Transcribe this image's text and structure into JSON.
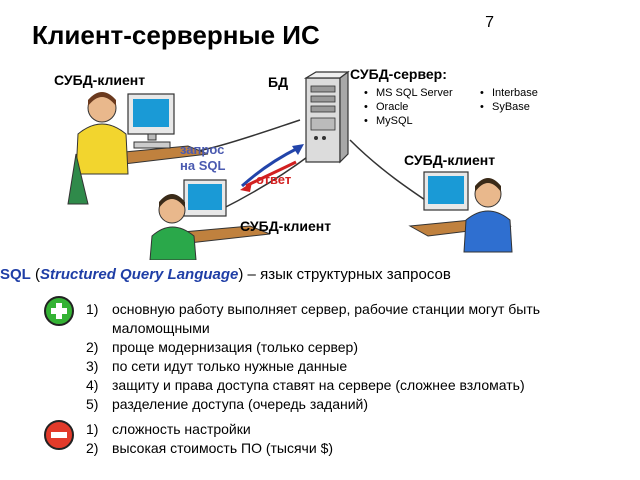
{
  "slide": {
    "number": "7",
    "title": "Клиент-серверные ИС"
  },
  "diagram": {
    "client_top_left": "СУБД-клиент",
    "db_label": "БД",
    "server_title": "СУБД-сервер:",
    "server_list_1": [
      "MS SQL Server",
      "Oracle",
      "MySQL"
    ],
    "server_list_2": [
      "Interbase",
      "SyBase"
    ],
    "client_right": "СУБД-клиент",
    "client_bottom": "СУБД-клиент",
    "request_line1": "запрос",
    "request_line2": "на SQL",
    "answer": "ответ",
    "colors": {
      "request_arrow": "#2244aa",
      "answer_arrow": "#d22020",
      "request_text": "#4a5ab0",
      "answer_text": "#d22020"
    }
  },
  "sql": {
    "abbr": "SQL",
    "open_paren": "(",
    "full": "Structured Query Language",
    "close_paren": ")",
    "rest": " – язык структурных запросов"
  },
  "pros": [
    {
      "num": "1)",
      "text": "основную работу выполняет сервер, рабочие станции могут быть маломощными"
    },
    {
      "num": "2)",
      "text": "проще модернизация (только сервер)"
    },
    {
      "num": "3)",
      "text": "по сети идут только нужные данные"
    },
    {
      "num": "4)",
      "text": "защиту и права доступа ставят на сервере (сложнее взломать)"
    },
    {
      "num": "5)",
      "text": "разделение доступа (очередь заданий)"
    }
  ],
  "cons": [
    {
      "num": "1)",
      "text": "сложность настройки"
    },
    {
      "num": "2)",
      "text": "высокая стоимость ПО (тысячи $)"
    }
  ]
}
